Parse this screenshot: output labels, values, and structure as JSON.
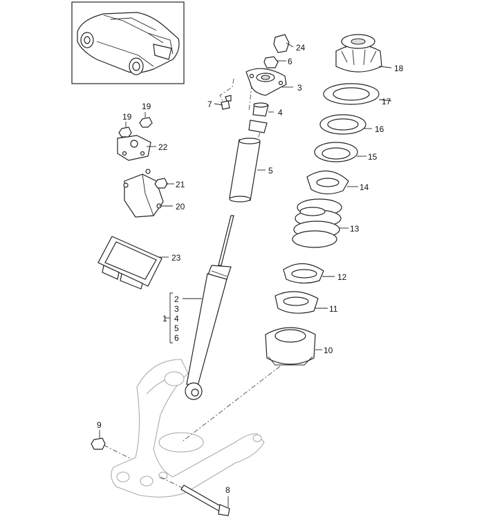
{
  "callouts": {
    "c1": "1",
    "c2": "2",
    "c3": "3",
    "c4": "4",
    "c5": "5",
    "c6": "6",
    "c7": "7",
    "c8": "8",
    "c9": "9",
    "c10": "10",
    "c11": "11",
    "c12": "12",
    "c13": "13",
    "c14": "14",
    "c15": "15",
    "c16": "16",
    "c17": "17",
    "c18": "18",
    "c19a": "19",
    "c19b": "19",
    "c20": "20",
    "c21": "21",
    "c22": "22",
    "c23": "23",
    "c24": "24"
  },
  "group_list": {
    "g2": "2",
    "g3": "3",
    "g4": "4",
    "g5": "5",
    "g6": "6"
  },
  "colors": {
    "line": "#222222",
    "faint_line": "#aaaaaa",
    "fill_gray": "#dddddd"
  }
}
